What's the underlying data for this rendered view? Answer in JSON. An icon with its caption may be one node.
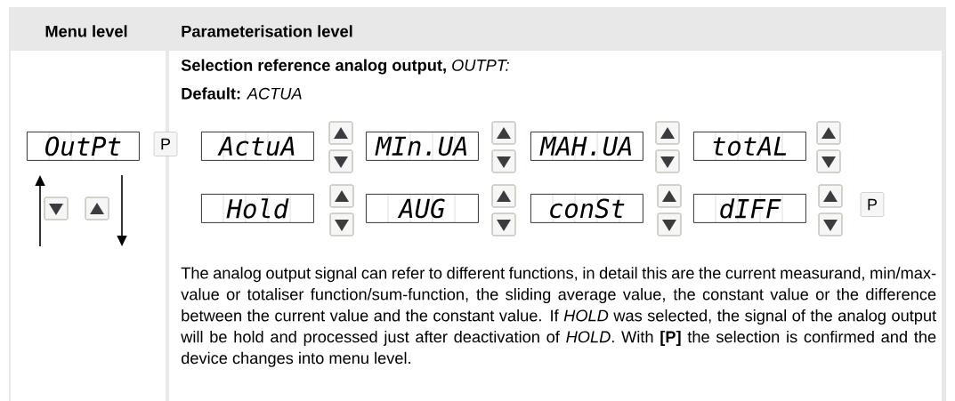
{
  "diagram": {
    "nodes": [
      {
        "text": [
          "OutPt"
        ]
      },
      {
        "text": [
          "ActuA"
        ]
      },
      {
        "text": [
          "MIn.UA"
        ]
      },
      {
        "text": [
          "MAH.UA"
        ]
      },
      {
        "text": [
          "totAL"
        ]
      },
      {
        "text": [
          "Hold"
        ]
      },
      {
        "text": [
          "AUG"
        ]
      },
      {
        "text": [
          "conSt"
        ]
      },
      {
        "text": [
          "dIFF"
        ]
      }
    ],
    "labels": [
      "Menu level",
      "Parameterisation level",
      "**Selection reference analog output,** *OUTPT:*",
      "**Default:** *ACTUA*",
      "P",
      "P",
      "The analog output signal can refer to different functions, in detail this are the current measurand, min/max-value or totaliser function/sum-function, the sliding average value, the constant value or the difference between the current value and the constant value. If *HOLD* was selected, the signal of the analog output will be hold and processed just after deactivation of *HOLD*. With **[P]** the selection is confirmed and the device changes into menu level."
    ]
  }
}
